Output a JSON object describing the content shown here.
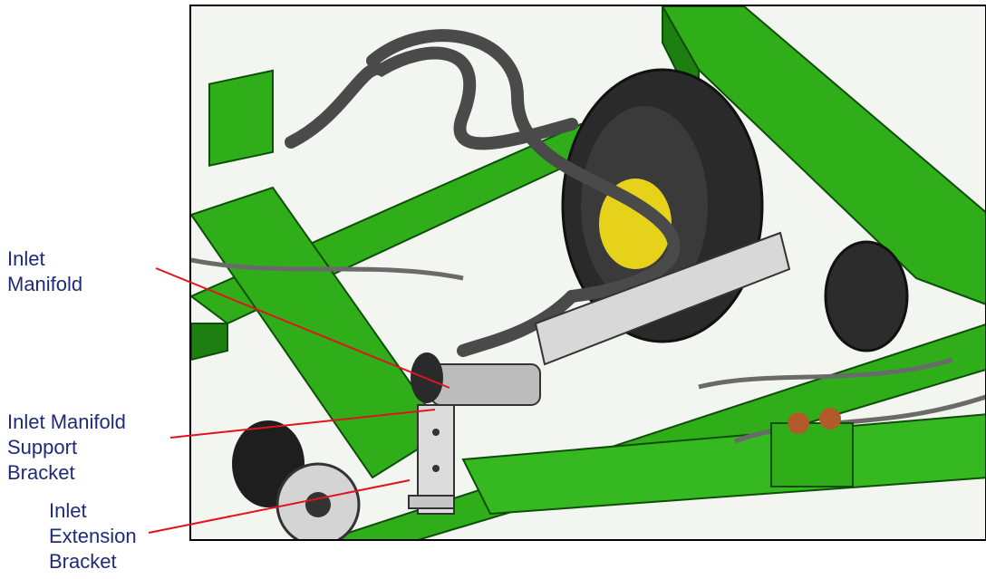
{
  "labels": {
    "inlet_manifold": "Inlet\nManifold",
    "inlet_manifold_support_bracket": "Inlet Manifold\nSupport\nBracket",
    "inlet_extension_bracket": "Inlet\nExtension\nBracket"
  },
  "colors": {
    "label_text": "#1f2a78",
    "leader_line": "#e0141e",
    "frame_green": "#2fae1a",
    "frame_green_dark": "#1d7f10",
    "hose": "#4a4a4a",
    "steel": "#d8d8d8"
  }
}
